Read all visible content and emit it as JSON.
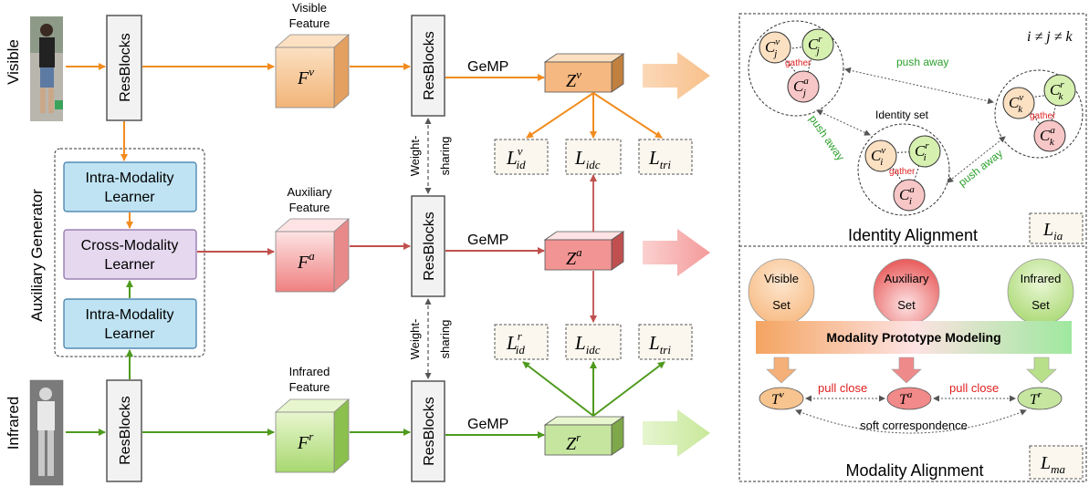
{
  "inputs": {
    "visible_label": "Visible",
    "infrared_label": "Infrared",
    "generator_label": "Auxiliary Generator"
  },
  "resblocks_label": "ResBlocks",
  "generator_blocks": {
    "intra_top": [
      "Intra-Modality",
      "Learner"
    ],
    "cross": [
      "Cross-Modality",
      "Learner"
    ],
    "intra_bottom": [
      "Intra-Modality",
      "Learner"
    ]
  },
  "features": {
    "visible": {
      "caption": [
        "Visible",
        "Feature"
      ],
      "symbol": "F",
      "sup": "v"
    },
    "auxiliary": {
      "caption": [
        "Auxiliary",
        "Feature"
      ],
      "symbol": "F",
      "sup": "a"
    },
    "infrared": {
      "caption": [
        "Infrared",
        "Feature"
      ],
      "symbol": "F",
      "sup": "r"
    }
  },
  "weight_sharing": [
    "Weight-",
    "sharing"
  ],
  "gemp_label": "GeMP",
  "pooled": {
    "visible": {
      "symbol": "Z",
      "sup": "v"
    },
    "auxiliary": {
      "symbol": "Z",
      "sup": "a"
    },
    "infrared": {
      "symbol": "Z",
      "sup": "r"
    }
  },
  "losses_top": {
    "id": {
      "symbol": "L",
      "sup": "v",
      "sub": "id"
    },
    "idc": {
      "symbol": "L",
      "sub": "idc"
    },
    "tri": {
      "symbol": "L",
      "sub": "tri"
    }
  },
  "losses_bottom": {
    "id": {
      "symbol": "L",
      "sup": "r",
      "sub": "id"
    },
    "idc": {
      "symbol": "L",
      "sub": "idc"
    },
    "tri": {
      "symbol": "L",
      "sub": "tri"
    }
  },
  "identity_alignment": {
    "title": "Identity Alignment",
    "condition": "i ≠ j ≠ k",
    "identity_set_label": "Identity set",
    "gather_label": "gather",
    "push_away_label": "push away",
    "loss": {
      "symbol": "L",
      "sub": "ia"
    },
    "clusters": {
      "j": {
        "idx": "j",
        "members": [
          "v",
          "r",
          "a"
        ]
      },
      "k": {
        "idx": "k",
        "members": [
          "v",
          "r",
          "a"
        ]
      },
      "i": {
        "idx": "i",
        "members": [
          "v",
          "r",
          "a"
        ]
      }
    },
    "node_symbol": "C"
  },
  "modality_alignment": {
    "title": "Modality Alignment",
    "sets": {
      "visible": [
        "Visible",
        "Set"
      ],
      "auxiliary": [
        "Auxiliary",
        "Set"
      ],
      "infrared": [
        "Infrared",
        "Set"
      ]
    },
    "prototype_bar": "Modality Prototype Modeling",
    "prototypes": {
      "visible": {
        "symbol": "T",
        "sup": "v"
      },
      "auxiliary": {
        "symbol": "T",
        "sup": "a"
      },
      "infrared": {
        "symbol": "T",
        "sup": "r"
      }
    },
    "pull_close_label": "pull close",
    "soft_correspondence_label": "soft correspondence",
    "loss": {
      "symbol": "L",
      "sub": "ma"
    }
  },
  "colors": {
    "visible": "#f28c1e",
    "auxiliary": "#c0504d",
    "infrared": "#4e9a1e",
    "push_green": "#2ca02c",
    "gather_red": "#e02020"
  }
}
